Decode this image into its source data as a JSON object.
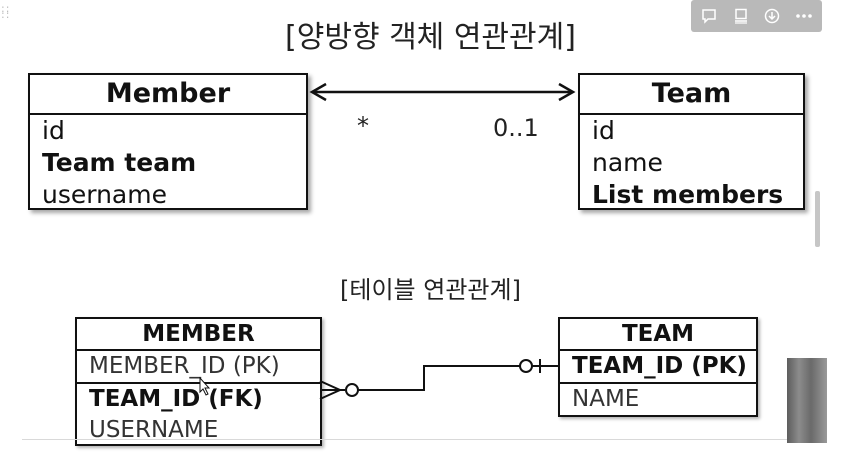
{
  "toolbar": {
    "icons": [
      "comment-icon",
      "note-icon",
      "download-icon",
      "more-icon"
    ]
  },
  "titles": {
    "object": "[양방향 객체 연관관계]",
    "table": "[테이블 연관관계]"
  },
  "object_model": {
    "member": {
      "name": "Member",
      "fields": [
        {
          "text": "id",
          "bold": false
        },
        {
          "text": "Team team",
          "bold": true
        },
        {
          "text": "username",
          "bold": false
        }
      ]
    },
    "team": {
      "name": "Team",
      "fields": [
        {
          "text": "id",
          "bold": false
        },
        {
          "text": "name",
          "bold": false
        },
        {
          "text": "List members",
          "bold": true
        }
      ]
    },
    "multiplicity_member": "*",
    "multiplicity_team": "0..1"
  },
  "table_model": {
    "member": {
      "name": "MEMBER",
      "pk": "MEMBER_ID (PK)",
      "fk": "TEAM_ID (FK)",
      "col": "USERNAME"
    },
    "team": {
      "name": "TEAM",
      "pk": "TEAM_ID (PK)",
      "col": "NAME"
    }
  }
}
